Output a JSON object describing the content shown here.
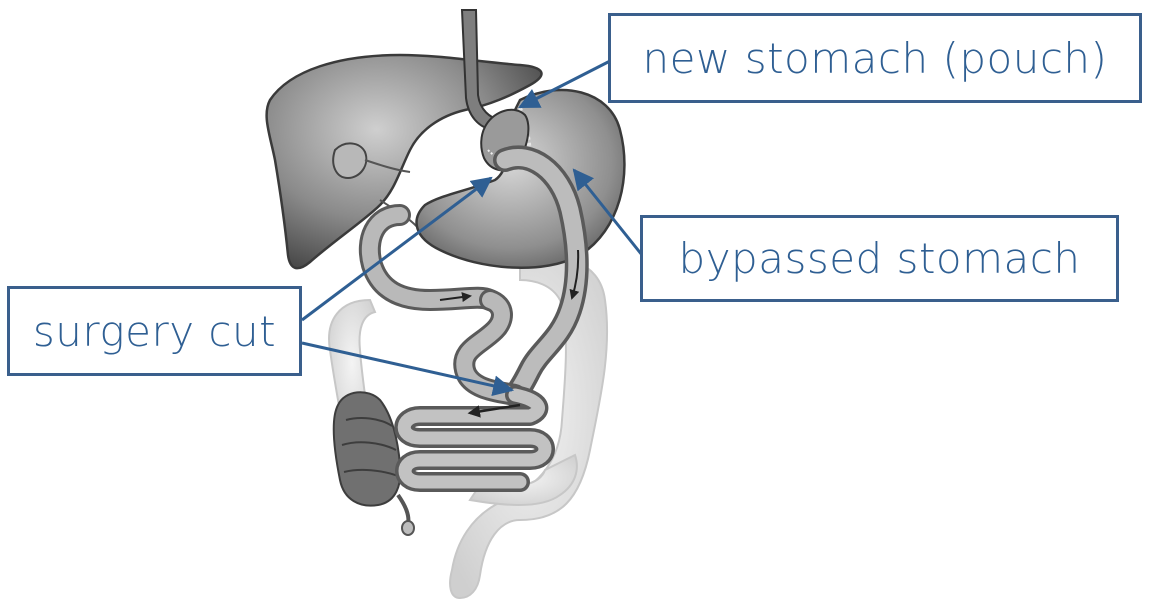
{
  "labels": {
    "pouch": "new stomach (pouch)",
    "bypassed": "bypassed stomach",
    "cut": "surgery cut"
  },
  "colors": {
    "label_text": "#2f5f93",
    "label_border": "#3a5f8c",
    "arrow": "#2f5f93",
    "organ_dark": "#5a5a5a",
    "organ_mid": "#8c8c8c",
    "colon": "#dcdcdc"
  }
}
